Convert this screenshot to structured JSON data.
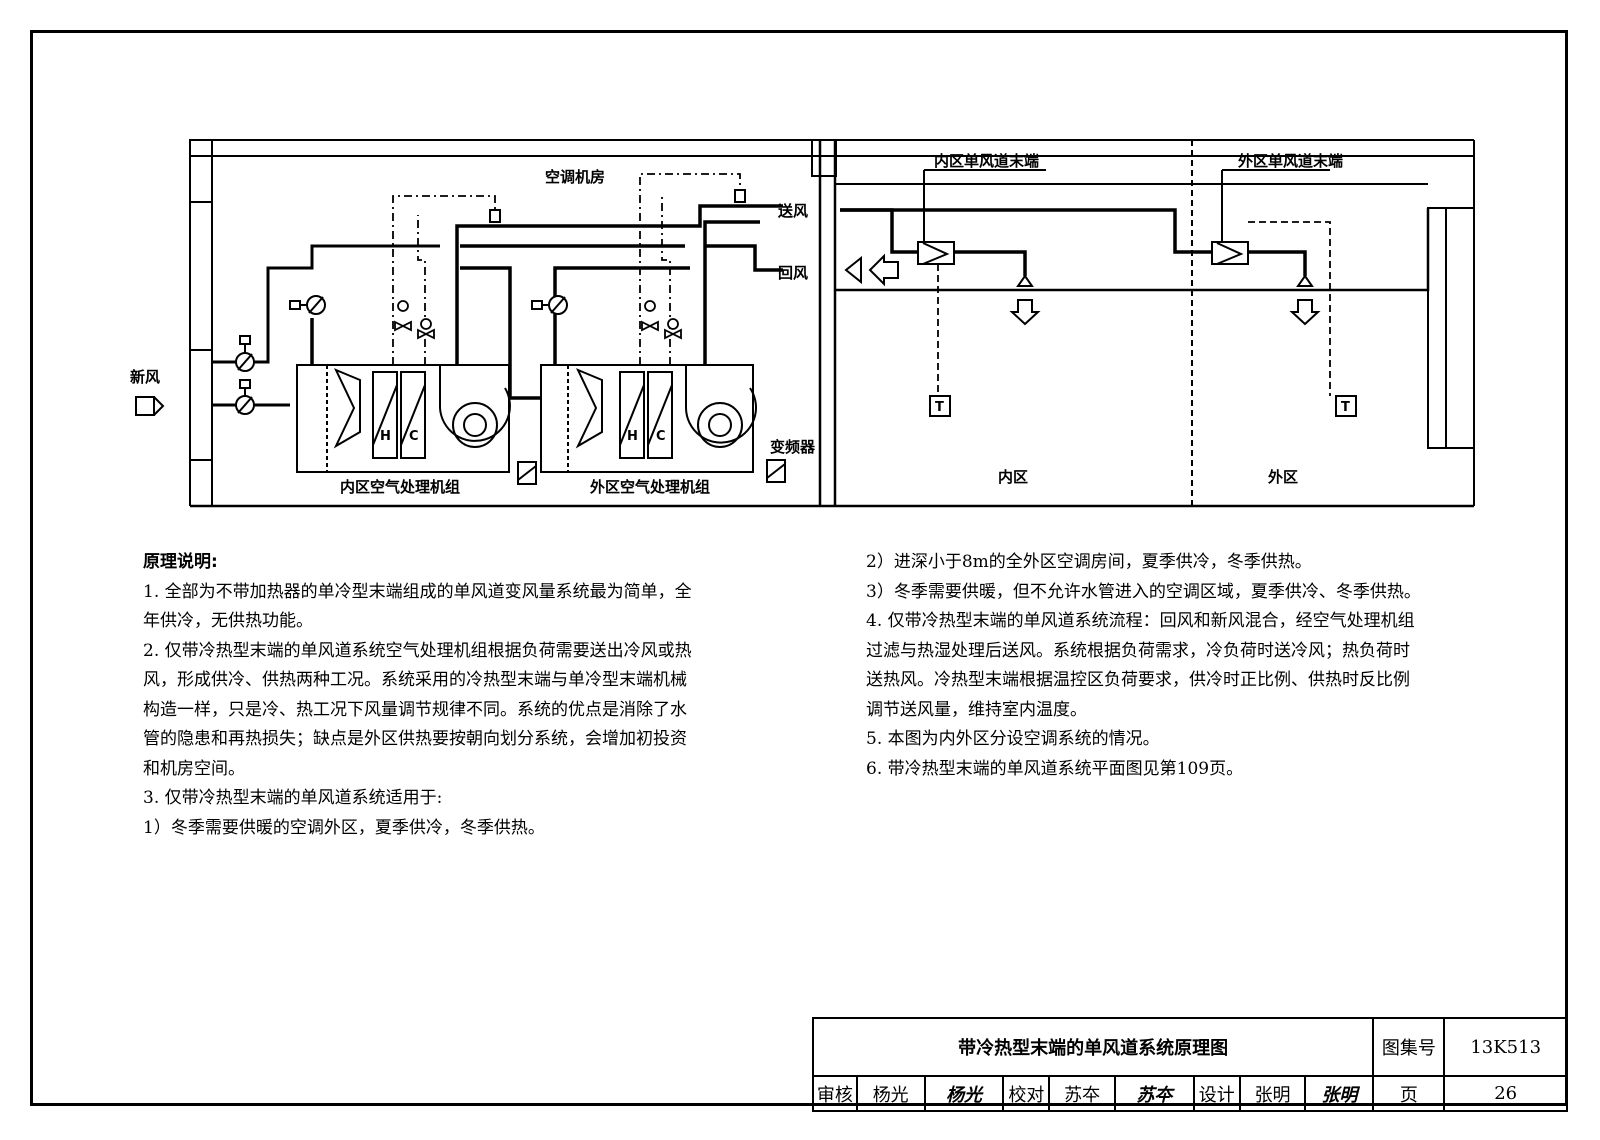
{
  "diagram": {
    "labels": {
      "machine_room": "空调机房",
      "fresh_air": "新风",
      "supply_air": "送风",
      "return_air": "回风",
      "vfd": "变频器",
      "inner_ahu": "内区空气处理机组",
      "outer_ahu": "外区空气处理机组",
      "inner_terminal": "内区单风道末端",
      "outer_terminal": "外区单风道末端",
      "inner_zone": "内区",
      "outer_zone": "外区",
      "heating_coil": "H",
      "cooling_coil": "C",
      "thermostat": "T"
    }
  },
  "notes": {
    "title": "原理说明:",
    "left_lines": [
      "1. 全部为不带加热器的单冷型末端组成的单风道变风量系统最为简单，全",
      "年供冷，无供热功能。",
      "2. 仅带冷热型末端的单风道系统空气处理机组根据负荷需要送出冷风或热",
      "风，形成供冷、供热两种工况。系统采用的冷热型末端与单冷型末端机械",
      "构造一样，只是冷、热工况下风量调节规律不同。系统的优点是消除了水",
      "管的隐患和再热损失；缺点是外区供热要按朝向划分系统，会增加初投资",
      "和机房空间。",
      "3. 仅带冷热型末端的单风道系统适用于:",
      "1）冬季需要供暖的空调外区，夏季供冷，冬季供热。"
    ],
    "right_lines": [
      "2）进深小于8m的全外区空调房间，夏季供冷，冬季供热。",
      "3）冬季需要供暖，但不允许水管进入的空调区域，夏季供冷、冬季供热。",
      "4. 仅带冷热型末端的单风道系统流程：回风和新风混合，经空气处理机组",
      "过滤与热湿处理后送风。系统根据负荷需求，冷负荷时送冷风；热负荷时",
      "送热风。冷热型末端根据温控区负荷要求，供冷时正比例、供热时反比例",
      "调节送风量，维持室内温度。",
      "5. 本图为内外区分设空调系统的情况。",
      "6. 带冷热型末端的单风道系统平面图见第109页。"
    ]
  },
  "title_block": {
    "title": "带冷热型末端的单风道系统原理图",
    "atlas_label": "图集号",
    "atlas_no": "13K513",
    "review_label": "审核",
    "reviewer": "杨光",
    "reviewer_sig": "杨光",
    "check_label": "校对",
    "checker": "苏夲",
    "checker_sig": "苏夲",
    "design_label": "设计",
    "designer": "张明",
    "designer_sig": "张明",
    "page_label": "页",
    "page_no": "26"
  }
}
